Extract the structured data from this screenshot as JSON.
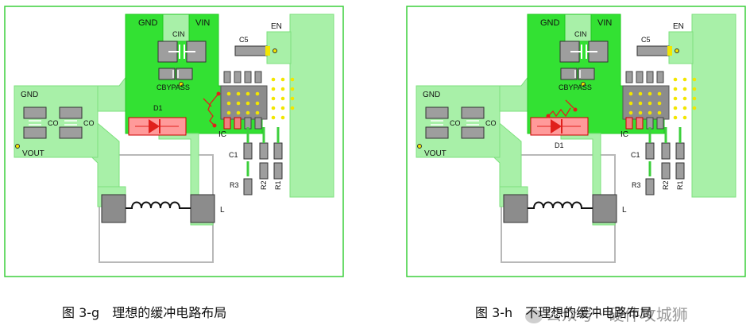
{
  "panels": [
    {
      "id": "g",
      "caption": "图 3-g　理想的缓冲电路布局",
      "labels": {
        "gnd_top": "GND",
        "vin": "VIN",
        "cin": "CIN",
        "c5": "C5",
        "en": "EN",
        "cbypass": "CBYPASS",
        "d1": "D1",
        "ic": "IC",
        "gnd_left": "GND",
        "co_a": "CO",
        "co_b": "CO",
        "vout": "VOUT",
        "c1": "C1",
        "r3": "R3",
        "r2": "R2",
        "r1": "R1",
        "l": "L"
      }
    },
    {
      "id": "h",
      "caption": "图 3-h　不理想的缓冲电路布局",
      "labels": {
        "gnd_top": "GND",
        "vin": "VIN",
        "cin": "CIN",
        "c5": "C5",
        "en": "EN",
        "cbypass": "CBYPASS",
        "d1": "D1",
        "ic": "IC",
        "gnd_left": "GND",
        "co_a": "CO",
        "co_b": "CO",
        "vout": "VOUT",
        "c1": "C1",
        "r3": "R3",
        "r2": "R2",
        "r1": "R1",
        "l": "L"
      }
    }
  ],
  "watermark": "公众号 · 硬件攻城狮",
  "colors": {
    "board_outline": "#3ccf3c",
    "copper_light": "#a8f0a8",
    "copper_bright": "#33e133",
    "pad_gray": "#9e9e9e",
    "snubber_red": "#e0201c",
    "via_yellow": "#f2e600"
  }
}
